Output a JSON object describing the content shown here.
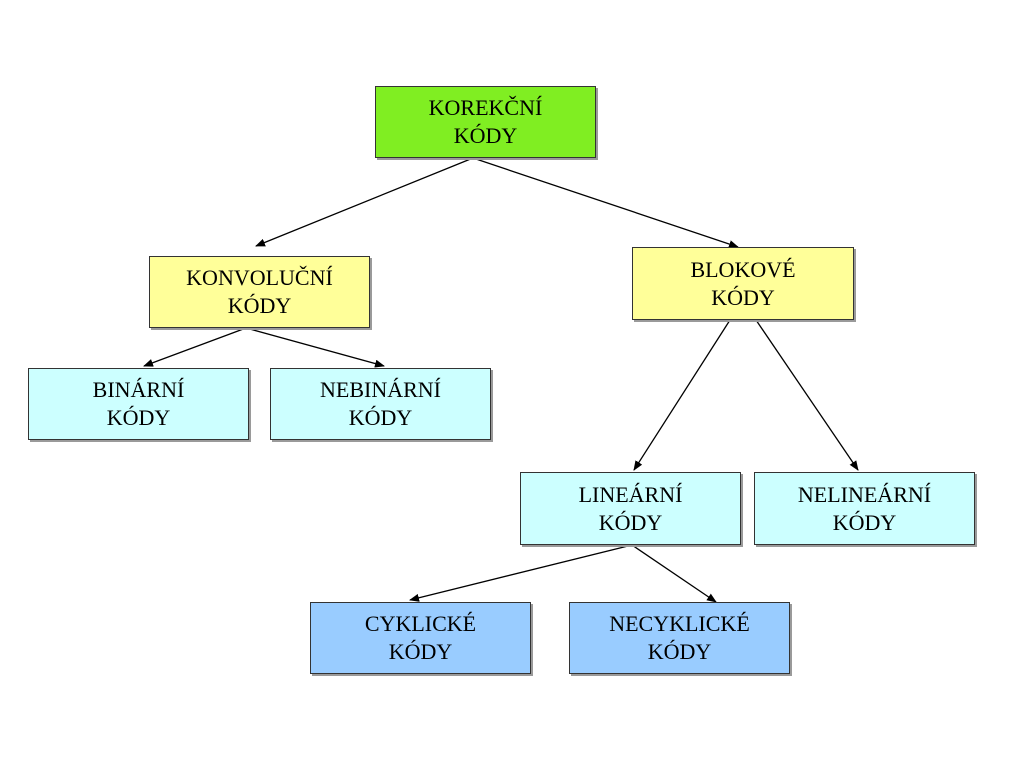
{
  "colors": {
    "root": "#80ee22",
    "level1": "#ffff99",
    "level2": "#ccffff",
    "level3": "#99ccff"
  },
  "nodes": {
    "korekcni": {
      "line1": "KOREKČNÍ",
      "line2": "KÓDY"
    },
    "konvolucni": {
      "line1": "KONVOLUČNÍ",
      "line2": "KÓDY"
    },
    "blokove": {
      "line1": "BLOKOVÉ",
      "line2": "KÓDY"
    },
    "binarni": {
      "line1": "BINÁRNÍ",
      "line2": "KÓDY"
    },
    "nebinarni": {
      "line1": "NEBINÁRNÍ",
      "line2": "KÓDY"
    },
    "linearni": {
      "line1": "LINEÁRNÍ",
      "line2": "KÓDY"
    },
    "nelinearni": {
      "line1": "NELINEÁRNÍ",
      "line2": "KÓDY"
    },
    "cyklicke": {
      "line1": "CYKLICKÉ",
      "line2": "KÓDY"
    },
    "necyklicke": {
      "line1": "NECYKLICKÉ",
      "line2": "KÓDY"
    }
  }
}
